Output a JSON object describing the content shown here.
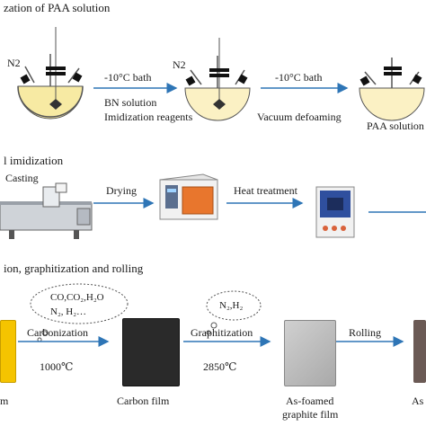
{
  "section1": {
    "title": "zation of PAA solution",
    "gas_label_1": "N2",
    "gas_label_2": "N2",
    "bath_1": "-10°C bath",
    "bath_2": "-10°C bath",
    "reagent_line_1": "BN solution",
    "reagent_line_2": "Imidization reagents",
    "defoam": "Vacuum defoaming",
    "product": "PAA solution"
  },
  "section2": {
    "title": "l imidization",
    "casting": "Casting",
    "drying": "Drying",
    "heat": "Heat treatment"
  },
  "section3": {
    "title": "ion, graphitization and rolling",
    "cloud1_line1": "CO,CO₂,H₂O",
    "cloud1_line2": "N₂,  H₂…",
    "cloud2": "N₂,H₂",
    "carbonization": "Carbonization",
    "temp1": "1000℃",
    "graphitization": "Graphitization",
    "temp2": "2850℃",
    "rolling": "Rolling",
    "film_left": "m",
    "carbon_film": "Carbon film",
    "foamed_line1": "As-foamed",
    "foamed_line2": "graphite film",
    "right_edge": "As"
  },
  "colors": {
    "arrow": "#2e75b6",
    "solution": "#f7eaa3",
    "pi_film": "#f5c400",
    "carbon_film": "#2a2a2a",
    "graphite_film": "#bdbdbd",
    "oven_door": "#e8762d",
    "furnace": "#2f4f9e"
  }
}
